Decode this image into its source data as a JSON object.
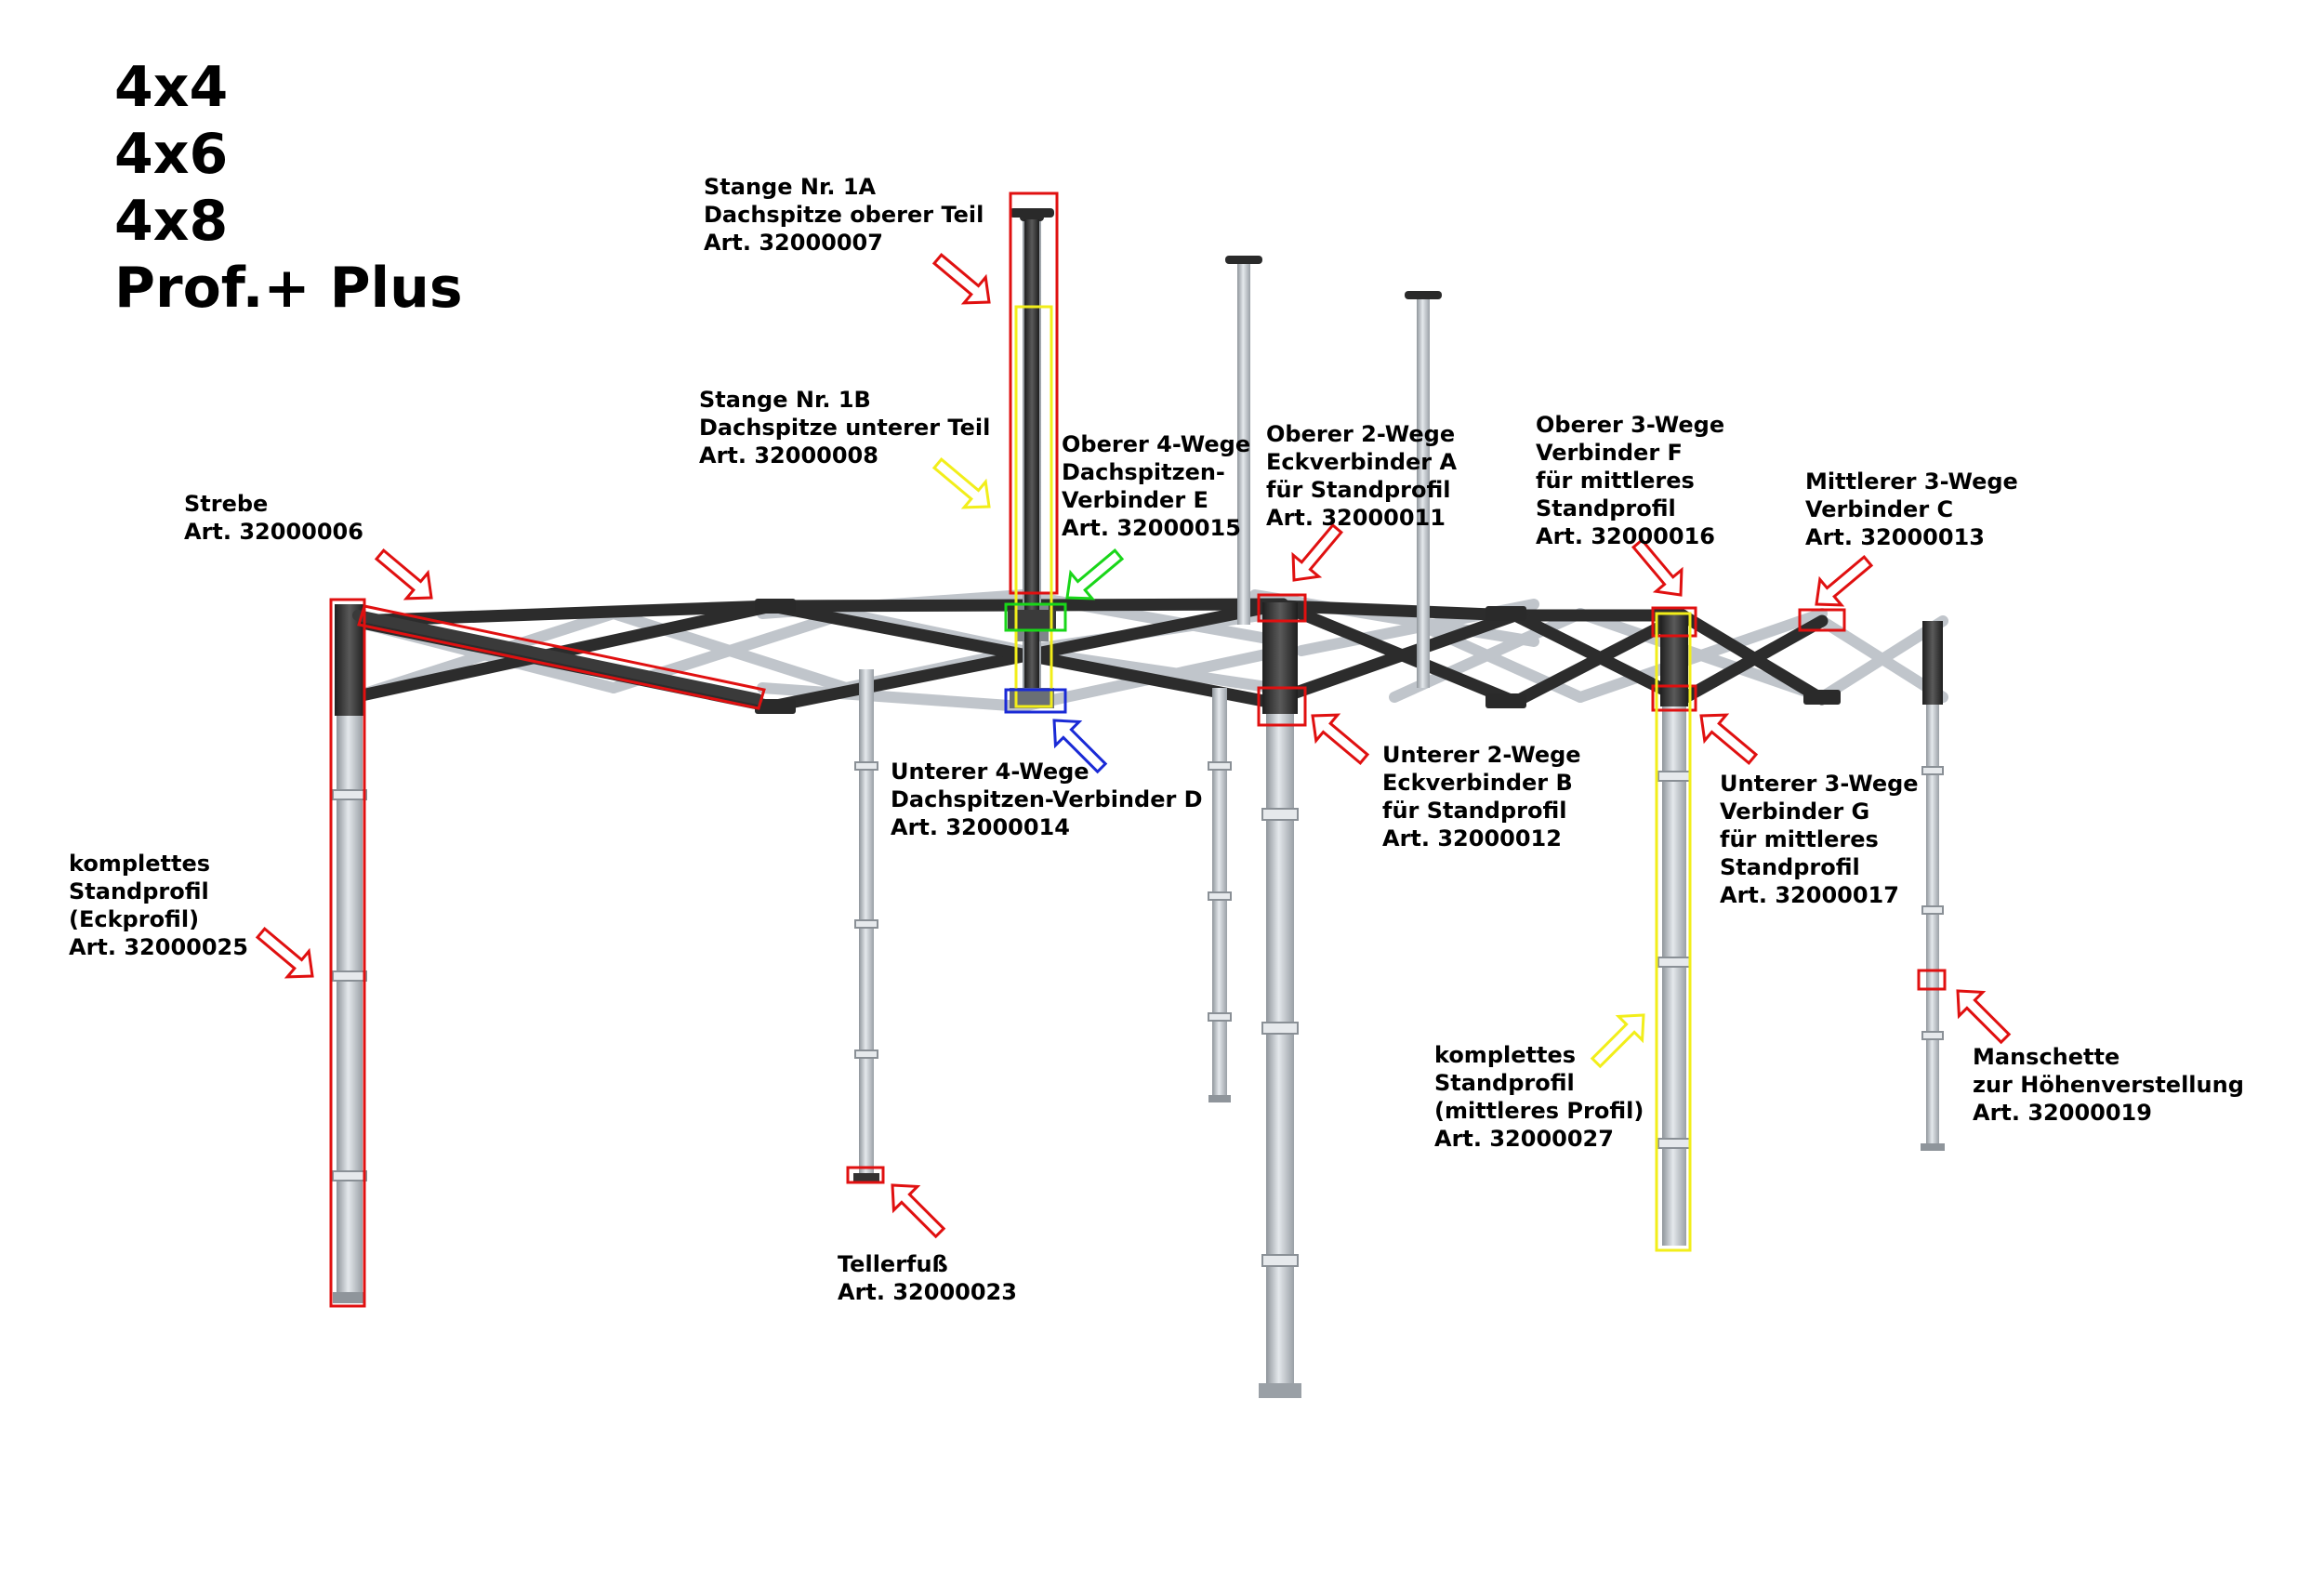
{
  "colors": {
    "frame_dark": "#3a3a3a",
    "frame_light": "#b9bec4",
    "pole": "#c6cbd1",
    "highlight_red": "#e01010",
    "highlight_yellow": "#f2ee1a",
    "highlight_green": "#19d619",
    "highlight_blue": "#1a2ad6"
  },
  "sizes": [
    "4x4",
    "4x6",
    "4x8",
    "Prof.+ Plus"
  ],
  "labels": {
    "pole_1a": {
      "line1": "Stange Nr. 1A",
      "line2": "Dachspitze oberer Teil",
      "line3": "Art. 32000007",
      "marker": "red"
    },
    "pole_1b": {
      "line1": "Stange Nr. 1B",
      "line2": "Dachspitze unterer Teil",
      "line3": "Art. 32000008",
      "marker": "yellow"
    },
    "strut": {
      "line1": "Strebe",
      "line2": "Art. 32000006",
      "marker": "red"
    },
    "connector_e": {
      "line1": "Oberer 4-Wege",
      "line2": "Dachspitzen-",
      "line3": "Verbinder E",
      "line4": "Art. 32000015",
      "marker": "green"
    },
    "connector_a": {
      "line1": "Oberer 2-Wege",
      "line2": "Eckverbinder A",
      "line3": "für Standprofil",
      "line4": "Art. 32000011",
      "marker": "red"
    },
    "connector_f": {
      "line1": "Oberer 3-Wege",
      "line2": "Verbinder F",
      "line3": "für mittleres",
      "line4": "Standprofil",
      "line5": "Art. 32000016",
      "marker": "red"
    },
    "connector_c": {
      "line1": "Mittlerer 3-Wege",
      "line2": "Verbinder C",
      "line3": "Art. 32000013",
      "marker": "red"
    },
    "connector_d": {
      "line1": "Unterer 4-Wege",
      "line2": "Dachspitzen-Verbinder D",
      "line3": "Art. 32000014",
      "marker": "blue"
    },
    "connector_b": {
      "line1": "Unterer 2-Wege",
      "line2": "Eckverbinder B",
      "line3": "für Standprofil",
      "line4": "Art. 32000012",
      "marker": "red"
    },
    "connector_g": {
      "line1": "Unterer 3-Wege",
      "line2": "Verbinder G",
      "line3": "für mittleres",
      "line4": "Standprofil",
      "line5": "Art. 32000017",
      "marker": "red"
    },
    "corner_profile": {
      "line1": "komplettes",
      "line2": "Standprofil",
      "line3": "(Eckprofil)",
      "line4": "Art. 32000025",
      "marker": "red"
    },
    "middle_profile": {
      "line1": "komplettes",
      "line2": "Standprofil",
      "line3": "(mittleres Profil)",
      "line4": "Art. 32000027",
      "marker": "yellow"
    },
    "plate_foot": {
      "line1": "Tellerfuß",
      "line2": "Art. 32000023",
      "marker": "red"
    },
    "sleeve": {
      "line1": "Manschette",
      "line2": "zur Höhenverstellung",
      "line3": "Art. 32000019",
      "marker": "red"
    }
  }
}
